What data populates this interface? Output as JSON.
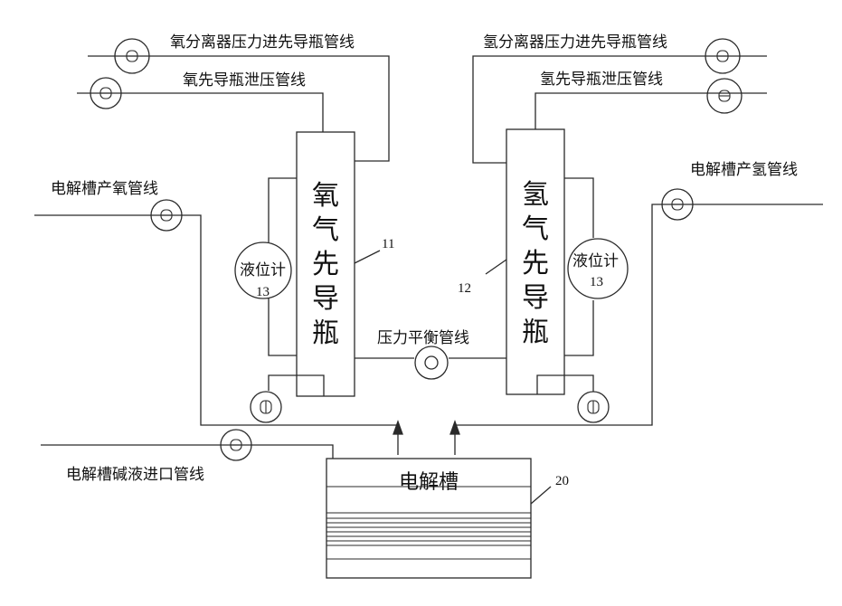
{
  "labels": {
    "o2_sep_pressure_line": "氧分离器压力进先导瓶管线",
    "o2_pilot_relief_line": "氧先导瓶泄压管线",
    "h2_sep_pressure_line": "氢分离器压力进先导瓶管线",
    "h2_pilot_relief_line": "氢先导瓶泄压管线",
    "cell_o2_line": "电解槽产氧管线",
    "cell_h2_line": "电解槽产氢管线",
    "level_gauge_left": "液位计",
    "level_gauge_left_num": "13",
    "level_gauge_right": "液位计",
    "level_gauge_right_num": "13",
    "o2_pilot_bottle": "氧气先导瓶",
    "h2_pilot_bottle": "氢气先导瓶",
    "ref_11": "11",
    "ref_12": "12",
    "ref_20": "20",
    "pressure_balance_line": "压力平衡管线",
    "electrolyzer": "电解槽",
    "alkali_inlet_line": "电解槽碱液进口管线"
  },
  "colors": {
    "stroke": "#2a2a2a",
    "text": "#111111",
    "background": "#ffffff"
  }
}
